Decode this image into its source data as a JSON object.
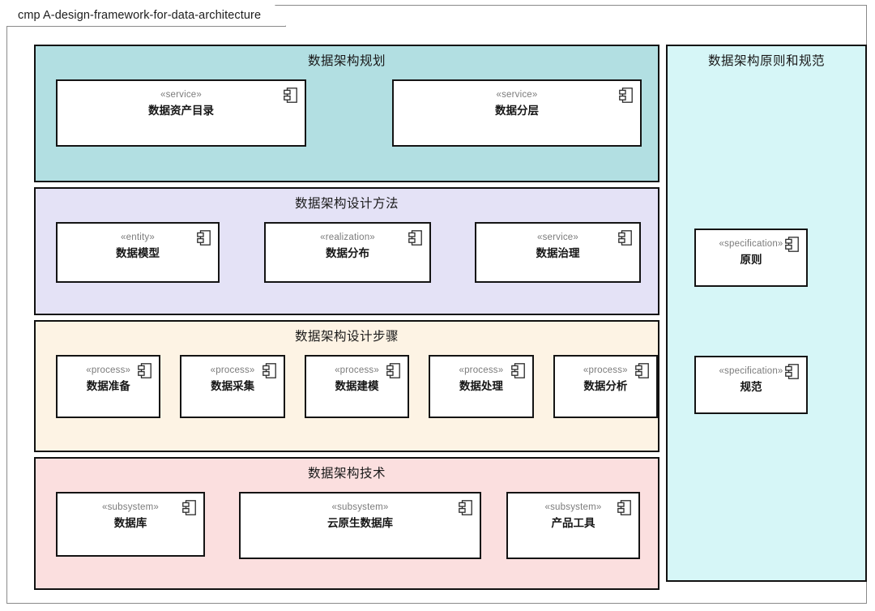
{
  "frame": {
    "keyword": "cmp",
    "label": "cmp A-design-framework-for-data-architecture"
  },
  "icons": {
    "component": "component-icon"
  },
  "colors": {
    "group_planning": "#b2dfe2",
    "group_method": "#e4e2f6",
    "group_steps": "#fdf3e4",
    "group_technology": "#fbdfdf",
    "group_principles": "#d6f6f7",
    "border": "#111111",
    "component_fill": "#ffffff",
    "stereotype_text": "#7b7b7b",
    "name_text": "#161616"
  },
  "groups": [
    {
      "id": "planning",
      "title": "数据架构规划",
      "components": [
        {
          "stereotype": "«service»",
          "name": "数据资产目录"
        },
        {
          "stereotype": "«service»",
          "name": "数据分层"
        }
      ]
    },
    {
      "id": "method",
      "title": "数据架构设计方法",
      "components": [
        {
          "stereotype": "«entity»",
          "name": "数据模型"
        },
        {
          "stereotype": "«realization»",
          "name": "数据分布"
        },
        {
          "stereotype": "«service»",
          "name": "数据治理"
        }
      ]
    },
    {
      "id": "steps",
      "title": "数据架构设计步骤",
      "components": [
        {
          "stereotype": "«process»",
          "name": "数据准备"
        },
        {
          "stereotype": "«process»",
          "name": "数据采集"
        },
        {
          "stereotype": "«process»",
          "name": "数据建模"
        },
        {
          "stereotype": "«process»",
          "name": "数据处理"
        },
        {
          "stereotype": "«process»",
          "name": "数据分析"
        }
      ]
    },
    {
      "id": "technology",
      "title": "数据架构技术",
      "components": [
        {
          "stereotype": "«subsystem»",
          "name": "数据库"
        },
        {
          "stereotype": "«subsystem»",
          "name": "云原生数据库"
        },
        {
          "stereotype": "«subsystem»",
          "name": "产品工具"
        }
      ]
    },
    {
      "id": "principles",
      "title": "数据架构原则和规范",
      "components": [
        {
          "stereotype": "«specification»",
          "name": "原则"
        },
        {
          "stereotype": "«specification»",
          "name": "规范"
        }
      ]
    }
  ]
}
